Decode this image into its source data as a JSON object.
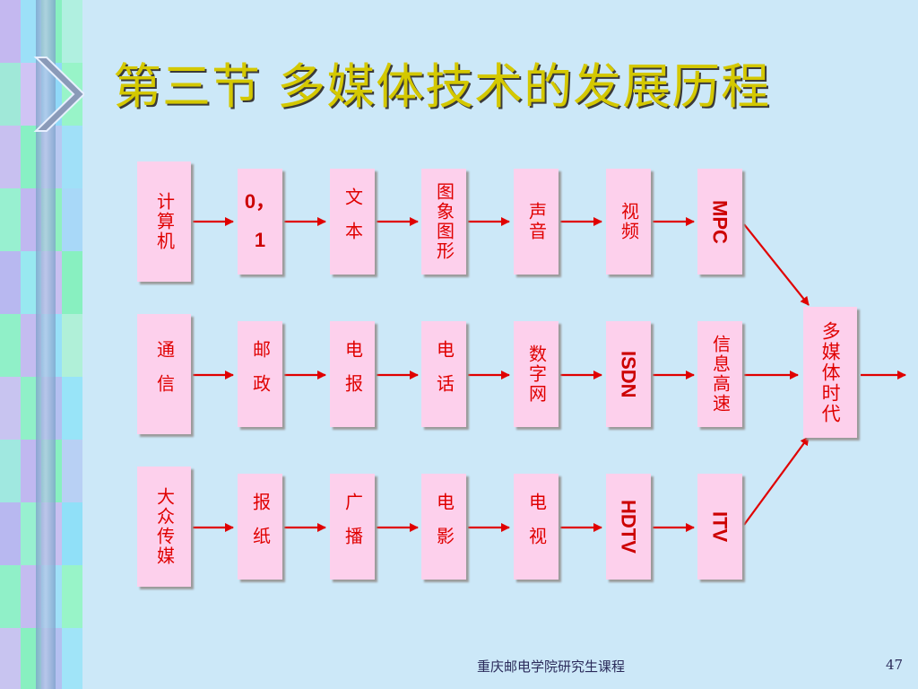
{
  "title": "第三节 多媒体技术的发展历程",
  "rows": {
    "computer": [
      "计算机",
      "0，1",
      "文本",
      "图象图形",
      "声音",
      "视频",
      "MPC"
    ],
    "communication": [
      "通信",
      "邮政",
      "电报",
      "电话",
      "数字网",
      "ISDN",
      "信息高速"
    ],
    "mass_media": [
      "大众传媒",
      "报纸",
      "广播",
      "电影",
      "电视",
      "HDTV",
      "ITV"
    ]
  },
  "zero_one": {
    "top": "0，",
    "bottom": "1"
  },
  "result": "多媒体时代",
  "footer": "重庆邮电学院研究生课程",
  "page_number": "47",
  "colors": {
    "box": "#fdd0ec",
    "text": "#e00000",
    "arrow": "#e00000",
    "title": "#d4c800",
    "background": "#cce8f8"
  }
}
